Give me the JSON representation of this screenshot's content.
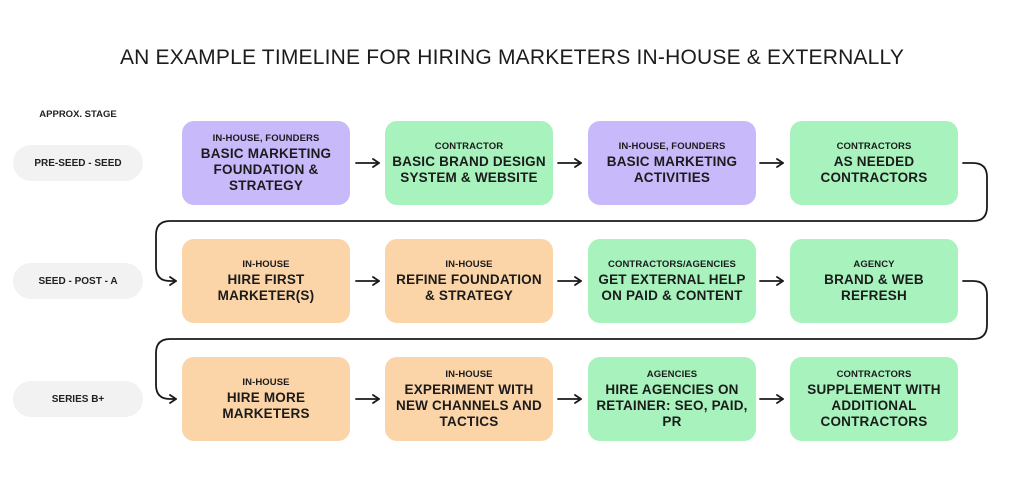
{
  "title": "AN EXAMPLE TIMELINE FOR HIRING MARKETERS IN-HOUSE & EXTERNALLY",
  "stage_header": "APPROX. STAGE",
  "colors": {
    "purple": "#c8b9fb",
    "green": "#a7f2bd",
    "orange": "#fbd4a8",
    "stage_pill": "#f2f2f2",
    "connector": "#1a1a1a"
  },
  "rows": [
    {
      "stage": "PRE-SEED - SEED",
      "boxes": [
        {
          "role": "IN-HOUSE, FOUNDERS",
          "label": "BASIC MARKETING FOUNDATION & STRATEGY",
          "color": "purple"
        },
        {
          "role": "CONTRACTOR",
          "label": "BASIC BRAND DESIGN SYSTEM & WEBSITE",
          "color": "green"
        },
        {
          "role": "IN-HOUSE, FOUNDERS",
          "label": "BASIC MARKETING ACTIVITIES",
          "color": "purple"
        },
        {
          "role": "CONTRACTORS",
          "label": "AS NEEDED CONTRACTORS",
          "color": "green"
        }
      ]
    },
    {
      "stage": "SEED - POST - A",
      "boxes": [
        {
          "role": "IN-HOUSE",
          "label": "HIRE FIRST MARKETER(S)",
          "color": "orange"
        },
        {
          "role": "IN-HOUSE",
          "label": "REFINE FOUNDATION & STRATEGY",
          "color": "orange"
        },
        {
          "role": "CONTRACTORS/AGENCIES",
          "label": "GET EXTERNAL HELP ON PAID & CONTENT",
          "color": "green"
        },
        {
          "role": "AGENCY",
          "label": "BRAND & WEB REFRESH",
          "color": "green"
        }
      ]
    },
    {
      "stage": "SERIES B+",
      "boxes": [
        {
          "role": "IN-HOUSE",
          "label": "HIRE MORE MARKETERS",
          "color": "orange"
        },
        {
          "role": "IN-HOUSE",
          "label": "EXPERIMENT WITH NEW CHANNELS AND TACTICS",
          "color": "orange"
        },
        {
          "role": "AGENCIES",
          "label": "HIRE AGENCIES ON RETAINER: SEO, PAID, PR",
          "color": "green"
        },
        {
          "role": "CONTRACTORS",
          "label": "SUPPLEMENT WITH ADDITIONAL CONTRACTORS",
          "color": "green"
        }
      ]
    }
  ]
}
